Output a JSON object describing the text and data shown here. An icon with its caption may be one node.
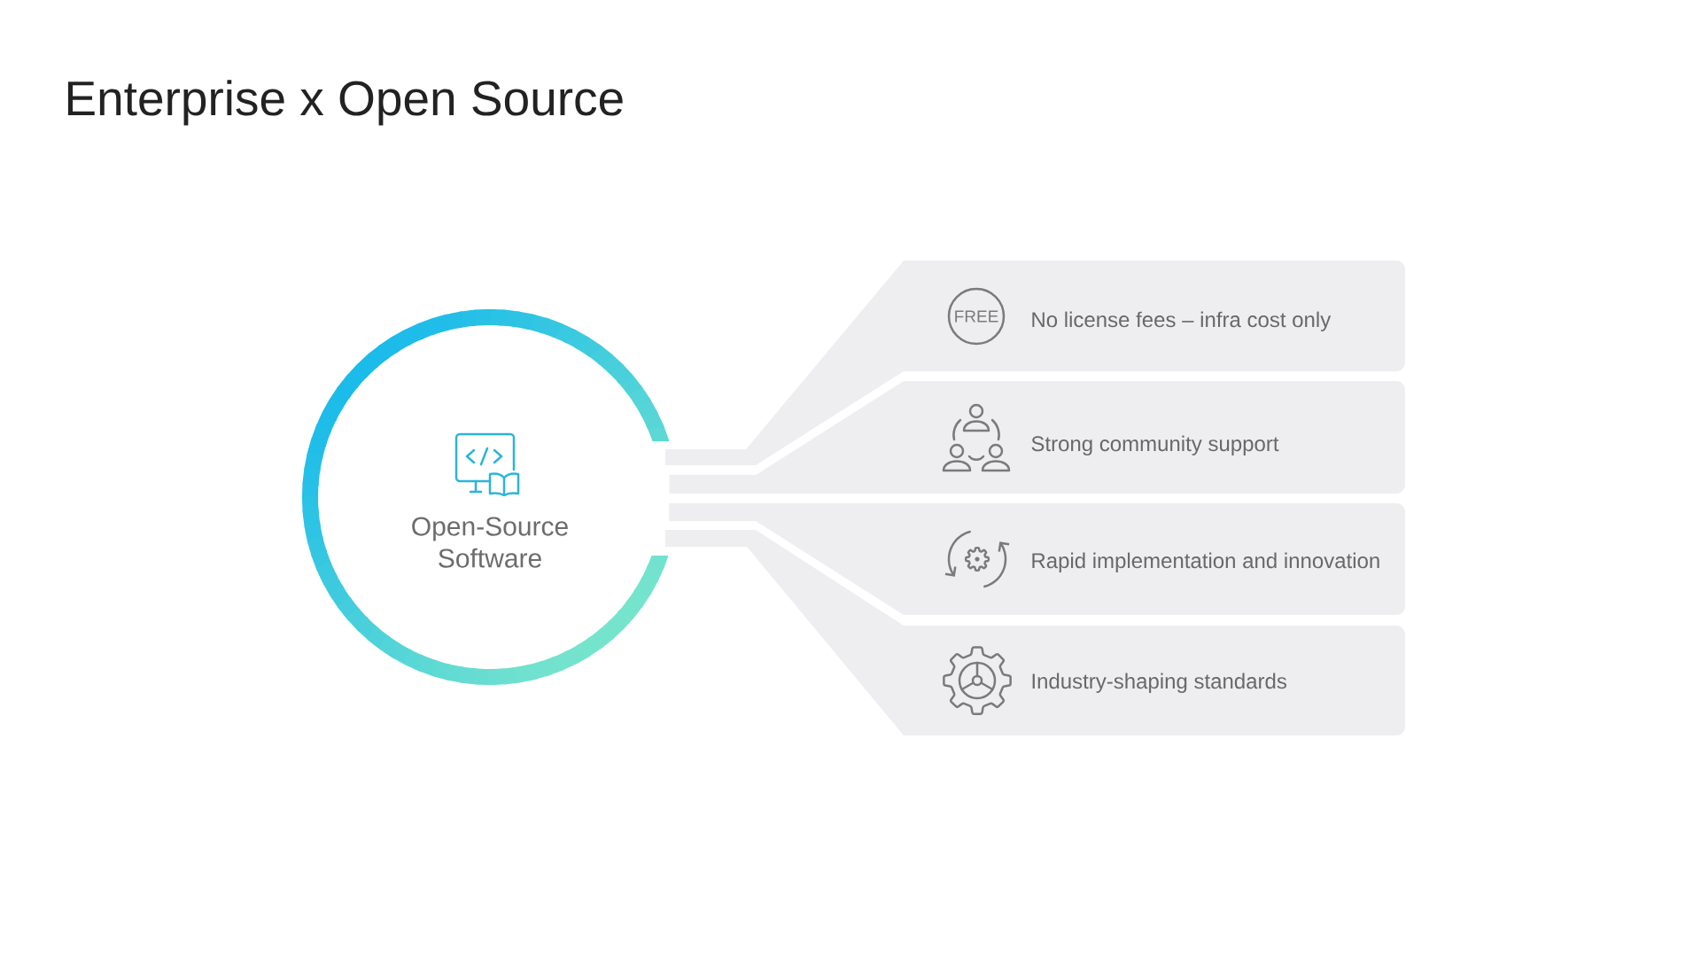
{
  "diagram": {
    "title": "Enterprise x Open Source",
    "nodes": [
      {
        "text": [
          "Open-Source Software"
        ]
      },
      {
        "text": [
          "FREE",
          "No license fees – infra cost only"
        ]
      },
      {
        "text": [
          "Strong community support"
        ]
      },
      {
        "text": [
          "Rapid implementation and innovation"
        ]
      },
      {
        "text": [
          "Industry-shaping standards"
        ]
      }
    ],
    "edges": [
      {
        "from": 0,
        "to": 1,
        "arrow": "none"
      },
      {
        "from": 0,
        "to": 2,
        "arrow": "none"
      },
      {
        "from": 0,
        "to": 3,
        "arrow": "none"
      },
      {
        "from": 0,
        "to": 4,
        "arrow": "none"
      }
    ]
  }
}
